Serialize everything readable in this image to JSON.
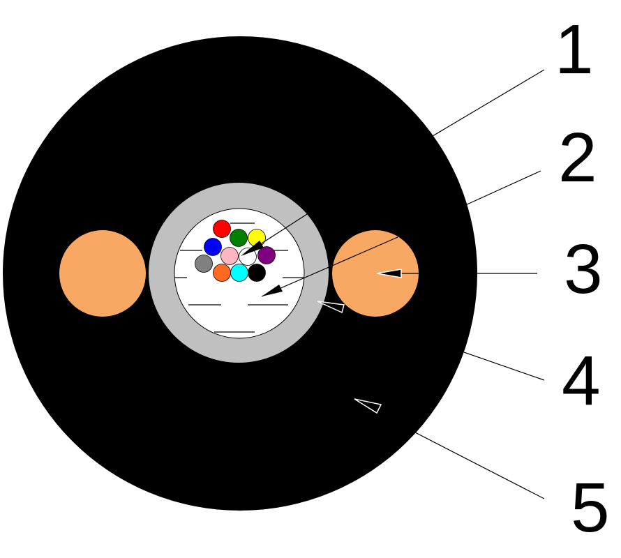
{
  "diagram": {
    "labels": [
      "1",
      "2",
      "3",
      "4",
      "5"
    ],
    "colors": {
      "sheath": "#000000",
      "tube": "#c0c0c0",
      "gel": "#ffffff",
      "strength_member": "#f8a862"
    },
    "fibers": [
      {
        "color": "#ff0000",
        "icon": "fiber-red"
      },
      {
        "color": "#008000",
        "icon": "fiber-green"
      },
      {
        "color": "#ffff00",
        "icon": "fiber-yellow"
      },
      {
        "color": "#0000ff",
        "icon": "fiber-blue"
      },
      {
        "color": "#ffb6c1",
        "icon": "fiber-pink"
      },
      {
        "color": "#ffffff",
        "icon": "fiber-white"
      },
      {
        "color": "#800080",
        "icon": "fiber-purple"
      },
      {
        "color": "#808080",
        "icon": "fiber-gray"
      },
      {
        "color": "#ff6a20",
        "icon": "fiber-orange"
      },
      {
        "color": "#00ffff",
        "icon": "fiber-cyan"
      },
      {
        "color": "#000000",
        "icon": "fiber-black"
      }
    ]
  }
}
